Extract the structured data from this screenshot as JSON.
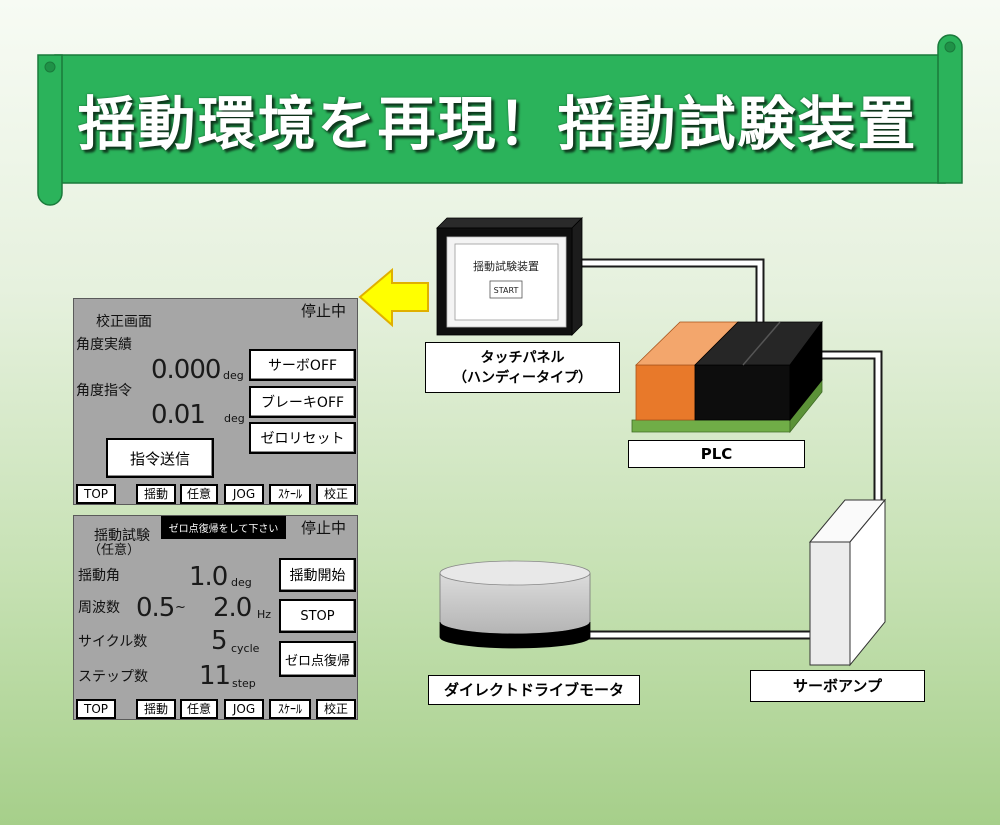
{
  "colors": {
    "banner": "#2bb35b",
    "arrow": "#ffff00",
    "plc_orange": "#e8792a",
    "plc_base": "#70ad47",
    "screen_bg": "#a6a6a6"
  },
  "banner": {
    "title": "揺動環境を再現！揺動試験装置"
  },
  "screen_calibration": {
    "status": "停止中",
    "title": "校正画面",
    "actual_angle": {
      "label": "角度実績",
      "value": "0.000",
      "unit": "deg"
    },
    "command_angle": {
      "label": "角度指令",
      "value": "0.01",
      "unit": "deg"
    },
    "buttons": {
      "servo_off": "サーボOFF",
      "brake_off": "ブレーキOFF",
      "zero_reset": "ゼロリセット",
      "send_command": "指令送信"
    }
  },
  "screen_oscillation": {
    "status": "停止中",
    "title": "揺動試験",
    "subtitle": "（任意）",
    "notice": "ゼロ点復帰をして下さい",
    "angle": {
      "label": "揺動角",
      "value": "1.0",
      "unit": "deg"
    },
    "frequency": {
      "label": "周波数",
      "min": "0.5",
      "separator": "~",
      "max": "2.0",
      "unit": "Hz"
    },
    "cycles": {
      "label": "サイクル数",
      "value": "5",
      "unit": "cycle"
    },
    "steps": {
      "label": "ステップ数",
      "value": "11",
      "unit": "step"
    },
    "buttons": {
      "start": "揺動開始",
      "stop": "STOP",
      "zero_return": "ゼロ点復帰"
    }
  },
  "nav": [
    "TOP",
    "揺動",
    "任意",
    "JOG",
    "ｽｹｰﾙ",
    "校正"
  ],
  "touch_panel": {
    "screen_title": "揺動試験装置",
    "start_button": "START",
    "label_line1": "タッチパネル",
    "label_line2": "（ハンディータイプ）"
  },
  "plc": {
    "label": "PLC"
  },
  "servo_amp": {
    "label": "サーボアンプ"
  },
  "motor": {
    "label": "ダイレクトドライブモータ"
  }
}
